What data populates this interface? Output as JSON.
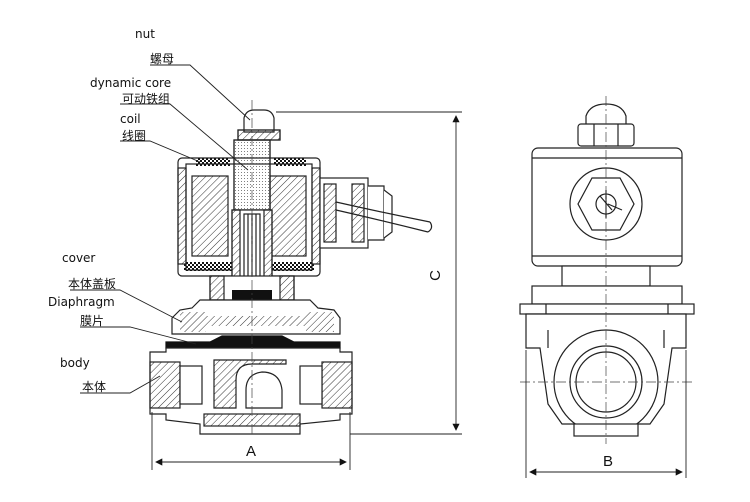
{
  "callouts": [
    {
      "id": "nut",
      "en": "nut",
      "zh": "螺母"
    },
    {
      "id": "dynamic-core",
      "en": "dynamic core",
      "zh": "可动铁组"
    },
    {
      "id": "coil",
      "en": "coil",
      "zh": "线圈"
    },
    {
      "id": "cover",
      "en": "cover",
      "zh": "本体盖板"
    },
    {
      "id": "diaphragm",
      "en": "Diaphragm",
      "zh": "膜片"
    },
    {
      "id": "body",
      "en": "body",
      "zh": "本体"
    }
  ],
  "dimensions": {
    "a": "A",
    "b": "B",
    "c": "C"
  },
  "colors": {
    "line": "#222222",
    "fill": "#ffffff",
    "hatch": "#333333",
    "dark": "#111111"
  }
}
